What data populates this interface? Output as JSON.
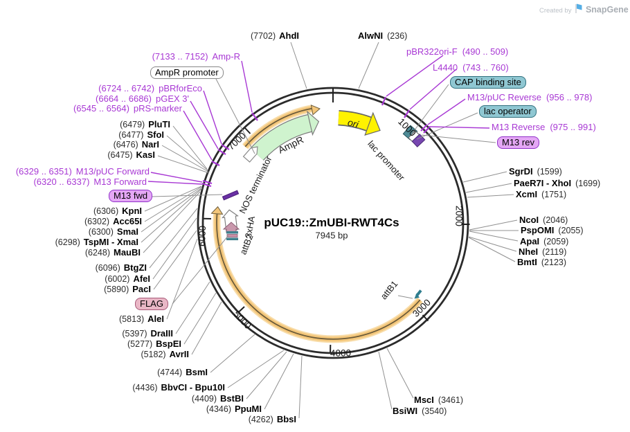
{
  "brand": {
    "created_by": "Created by",
    "name": "SnapGene"
  },
  "plasmid": {
    "title": "pUC19::ZmUBI-RWT4Cs",
    "length": "7945 bp"
  },
  "scale_ticks": [
    "1000",
    "2000",
    "3000",
    "4000",
    "5000",
    "6000",
    "7000"
  ],
  "features": {
    "ampR": "AmpR",
    "ori": "ori",
    "lac_promoter": "lac promoter",
    "nos_terminator": "NOS terminator",
    "xha": "3xHA",
    "attB2": "attB2",
    "attB1": "attB1"
  },
  "site_boxes": {
    "ampr_promoter": "AmpR promoter",
    "cap_binding": "CAP binding site",
    "lac_operator": "lac operator",
    "m13_rev": "M13 rev",
    "m13_fwd": "M13 fwd",
    "flag": "FLAG"
  },
  "enzymes_left": [
    {
      "pos": "(7702)",
      "name": "AhdI"
    },
    {
      "pos": "(6479)",
      "name": "PluTI"
    },
    {
      "pos": "(6477)",
      "name": "SfoI"
    },
    {
      "pos": "(6476)",
      "name": "NarI"
    },
    {
      "pos": "(6475)",
      "name": "KasI"
    },
    {
      "pos": "(6306)",
      "name": "KpnI"
    },
    {
      "pos": "(6302)",
      "name": "Acc65I"
    },
    {
      "pos": "(6300)",
      "name": "SmaI"
    },
    {
      "pos": "(6298)",
      "name": "TspMI - XmaI"
    },
    {
      "pos": "(6248)",
      "name": "MauBI"
    },
    {
      "pos": "(6096)",
      "name": "BtgZI"
    },
    {
      "pos": "(6002)",
      "name": "AfeI"
    },
    {
      "pos": "(5890)",
      "name": "PacI"
    },
    {
      "pos": "(5813)",
      "name": "AleI"
    },
    {
      "pos": "(5397)",
      "name": "DraIII"
    },
    {
      "pos": "(5277)",
      "name": "BspEI"
    },
    {
      "pos": "(5182)",
      "name": "AvrII"
    },
    {
      "pos": "(4744)",
      "name": "BsmI"
    },
    {
      "pos": "(4436)",
      "name": "BbvCI - Bpu10I"
    },
    {
      "pos": "(4409)",
      "name": "BstBI"
    },
    {
      "pos": "(4346)",
      "name": "PpuMI"
    },
    {
      "pos": "(4262)",
      "name": "BbsI"
    }
  ],
  "enzymes_right": [
    {
      "name": "AlwNI",
      "pos": "(236)"
    },
    {
      "name": "SgrDI",
      "pos": "(1599)"
    },
    {
      "name": "PaeR7I - XhoI",
      "pos": "(1699)"
    },
    {
      "name": "XcmI",
      "pos": "(1751)"
    },
    {
      "name": "NcoI",
      "pos": "(2046)"
    },
    {
      "name": "PspOMI",
      "pos": "(2055)"
    },
    {
      "name": "ApaI",
      "pos": "(2059)"
    },
    {
      "name": "NheI",
      "pos": "(2119)"
    },
    {
      "name": "BmtI",
      "pos": "(2123)"
    },
    {
      "name": "MscI",
      "pos": "(3461)"
    },
    {
      "name": "BsiWI",
      "pos": "(3540)"
    }
  ],
  "primers_left": [
    {
      "range": "(7133 .. 7152)",
      "name": "Amp-R"
    },
    {
      "range": "(6724 .. 6742)",
      "name": "pBRforEco"
    },
    {
      "range": "(6664 .. 6686)",
      "name": "pGEX 3'"
    },
    {
      "range": "(6545 .. 6564)",
      "name": "pRS-marker"
    },
    {
      "range": "(6329 .. 6351)",
      "name": "M13/pUC Forward"
    },
    {
      "range": "(6320 .. 6337)",
      "name": "M13 Forward"
    }
  ],
  "primers_right": [
    {
      "name": "pBR322ori-F",
      "range": "(490 .. 509)"
    },
    {
      "name": "L4440",
      "range": "(743 .. 760)"
    },
    {
      "name": "M13/pUC Reverse",
      "range": "(956 .. 978)"
    },
    {
      "name": "M13 Reverse",
      "range": "(975 .. 991)"
    }
  ]
}
